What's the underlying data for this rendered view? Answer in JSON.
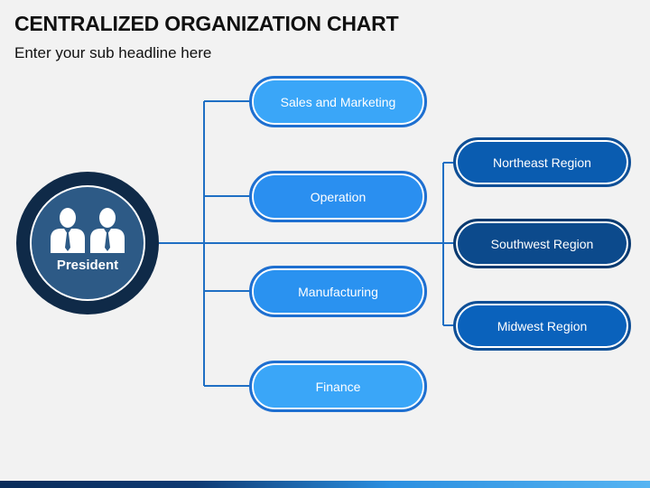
{
  "header": {
    "title": "CENTRALIZED ORGANIZATION CHART",
    "subtitle": "Enter your sub headline here"
  },
  "root": {
    "label": "President",
    "icon": "two-businessmen-icon"
  },
  "departments": [
    {
      "label": "Sales and Marketing"
    },
    {
      "label": "Operation"
    },
    {
      "label": "Manufacturing"
    },
    {
      "label": "Finance"
    }
  ],
  "regions": [
    {
      "label": "Northeast Region"
    },
    {
      "label": "Southwest Region"
    },
    {
      "label": "Midwest Region"
    }
  ],
  "colors": {
    "connector": "#1f6fc4",
    "president_ring": "#0f2a48",
    "president_fill": "#2d5a86",
    "department_fill": "#2f9bf0",
    "region_fill_a": "#0a5cb0",
    "region_fill_b": "#0c4a8c"
  }
}
